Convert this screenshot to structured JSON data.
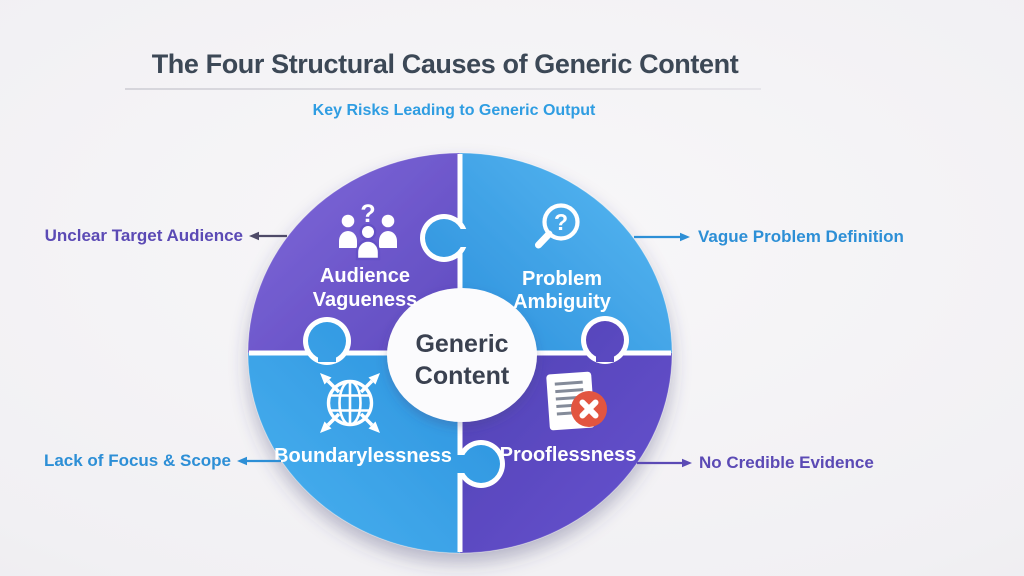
{
  "title": "The Four Structural Causes of Generic Content",
  "subtitle": "Key Risks Leading to Generic Output",
  "center": {
    "line1": "Generic",
    "line2": "Content",
    "text_color": "#3a4150"
  },
  "quadrants": {
    "top_left": {
      "line1": "Audience",
      "line2": "Vagueness",
      "icon": "people-question-icon",
      "color_light": "#7b64d6",
      "color_dark": "#5d49be"
    },
    "top_right": {
      "line1": "Problem",
      "line2": "Ambiguity",
      "icon": "magnifier-question-icon",
      "color_light": "#55b5f0",
      "color_dark": "#2f93de"
    },
    "bottom_left": {
      "line1": "Boundarylessness",
      "icon": "globe-arrows-icon",
      "color_light": "#47aeee",
      "color_dark": "#2f96e0"
    },
    "bottom_right": {
      "line1": "Prooflessness",
      "icon": "document-error-icon",
      "color_light": "#6552cd",
      "color_dark": "#5443b8"
    }
  },
  "callouts": {
    "left_top": {
      "text": "Unclear Target Audience",
      "color": "#5b4ab5",
      "arrow_color": "#4e4a68"
    },
    "right_top": {
      "text": "Vague Problem Definition",
      "color": "#2d8fd6",
      "arrow_color": "#2d8fd6"
    },
    "left_bottom": {
      "text": "Lack of Focus & Scope",
      "color": "#2d8fd6",
      "arrow_color": "#2d8fd6"
    },
    "right_bottom": {
      "text": "No Credible Evidence",
      "color": "#5b4ab5",
      "arrow_color": "#5b4ab5"
    }
  },
  "badge": {
    "color": "#e25540",
    "line_color": "#848b99"
  }
}
